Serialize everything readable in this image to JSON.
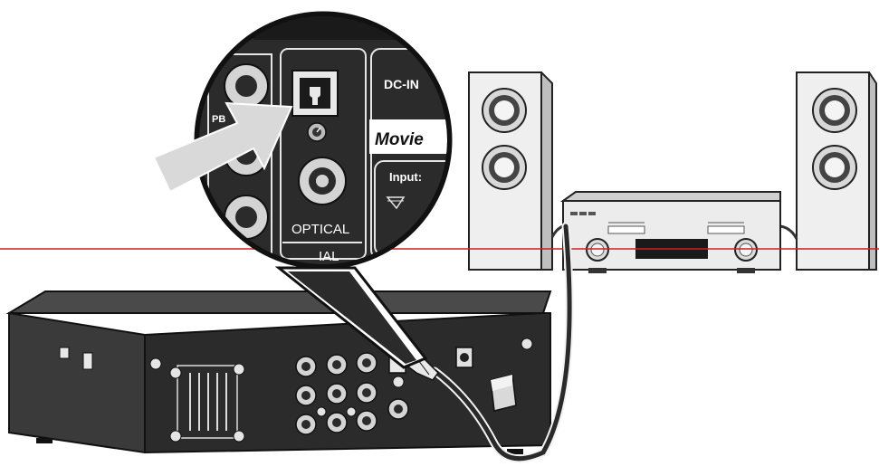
{
  "labels": {
    "optical": "OPTICAL",
    "dc_in": "DC-IN",
    "movie": "Movie",
    "input": "Input:",
    "pb": "PB",
    "coaxial_fragment": "IAL"
  },
  "colors": {
    "guide_line": "#cc1f1f",
    "panel_dark": "#2b2b2b",
    "body_dark": "#3a3a3a",
    "arrow": "#d9d9d9",
    "cable": "#2a2a2a"
  },
  "icons": {
    "arrow": "pointer-arrow-icon",
    "ground": "ground-screw-icon"
  }
}
